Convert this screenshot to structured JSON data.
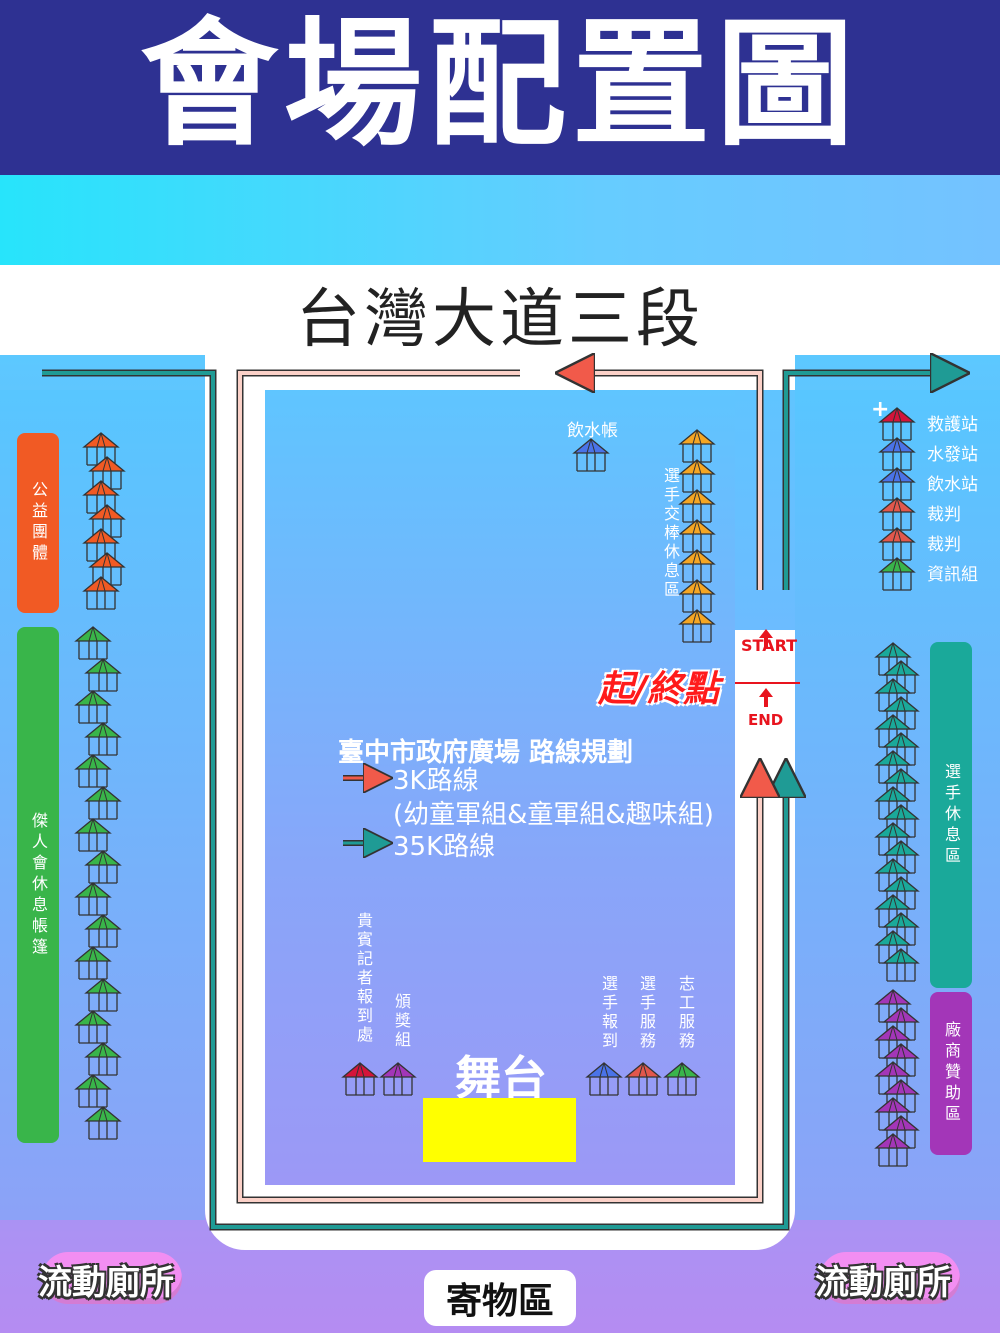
{
  "header": {
    "title": "會場配置圖"
  },
  "road": {
    "name": "台灣大道三段"
  },
  "plaza": {
    "route_title": "臺中市政府廣場  路線規劃",
    "route_3k": "3K路線",
    "route_3k_groups": "(幼童軍組&童軍組&趣味組)",
    "route_35k": "35K路線",
    "start": "START",
    "end": "END",
    "finish": "起/終點",
    "water_tent": "飲水帳",
    "relay_area": "選手交棒休息區",
    "stage": "舞台",
    "vip_press": "貴賓記者報到處",
    "award": "頒獎組",
    "athlete_checkin": "選手報到",
    "athlete_service": "選手服務",
    "volunteer_service": "志工服務"
  },
  "left_side": {
    "charity": "公益團體",
    "jci": "傑人會休息帳篷"
  },
  "right_side": {
    "legend": [
      "救護站",
      "水發站",
      "飲水站",
      "裁判",
      "裁判",
      "資訊組"
    ],
    "athlete_rest": "選手休息區",
    "sponsor": "廠商贊助區"
  },
  "footer": {
    "toilet_left": "流動廁所",
    "toilet_right": "流動廁所",
    "storage": "寄物區"
  },
  "colors": {
    "header": "#2e3192",
    "charity": "#f15a24",
    "jci": "#39b54a",
    "athlete_rest": "#1aa99a",
    "sponsor": "#a336b8",
    "route_3k": "#f15a4a",
    "route_35k": "#1f9b95",
    "stage": "#ffff00",
    "toilet": "#f28ef2"
  }
}
